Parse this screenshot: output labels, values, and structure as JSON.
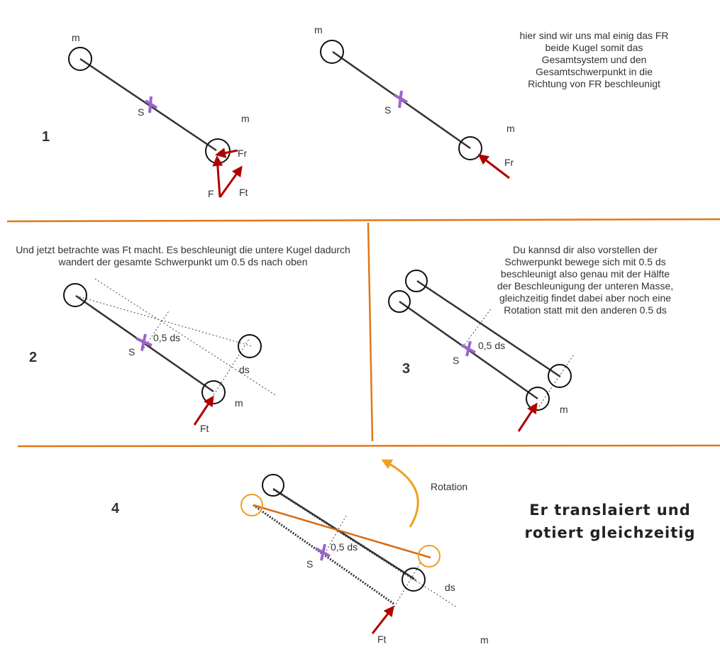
{
  "colors": {
    "line": "#333333",
    "force": "#b00000",
    "divider": "#e07818",
    "orange": "#f0a020",
    "orange_dark": "#d86a10",
    "center": "#9966cc"
  },
  "panel1": {
    "number": "1",
    "left": {
      "mass_top": "m",
      "mass_bottom": "m",
      "center": "S",
      "force_r": "Fr",
      "force_f": "F",
      "force_t": "Ft"
    },
    "right": {
      "mass_top": "m",
      "mass_bottom": "m",
      "center": "S",
      "force_r": "Fr"
    },
    "note": [
      "hier sind wir uns mal einig das FR",
      "beide Kugel somit das",
      "Gesamtsystem und den",
      "Gesamtschwerpunkt in die",
      "Richtung von FR beschleunigt"
    ]
  },
  "panel2": {
    "number": "2",
    "note": [
      "Und jetzt betrachte was Ft macht. Es beschleunigt die untere Kugel dadurch",
      "wandert der gesamte Schwerpunkt um 0.5 ds nach oben"
    ],
    "center": "S",
    "half_ds": "0,5 ds",
    "ds": "ds",
    "mass": "m",
    "force_t": "Ft"
  },
  "panel3": {
    "number": "3",
    "note": [
      "Du kannsd dir also vorstellen der",
      "Schwerpunkt bewege sich mit 0.5 ds",
      "beschleunigt also genau mit der Hälfte",
      "der Beschleunigung der unteren Masse,",
      "gleichzeitig findet dabei aber noch eine",
      "Rotation statt mit den anderen 0.5 ds"
    ],
    "center": "S",
    "half_ds": "0,5 ds",
    "mass": "m"
  },
  "panel4": {
    "number": "4",
    "rotation": "Rotation",
    "center": "S",
    "half_ds": "0,5 ds",
    "ds": "ds",
    "force_t": "Ft",
    "mass": "m",
    "headline": [
      "Er translaiert und",
      "rotiert gleichzeitig"
    ]
  }
}
